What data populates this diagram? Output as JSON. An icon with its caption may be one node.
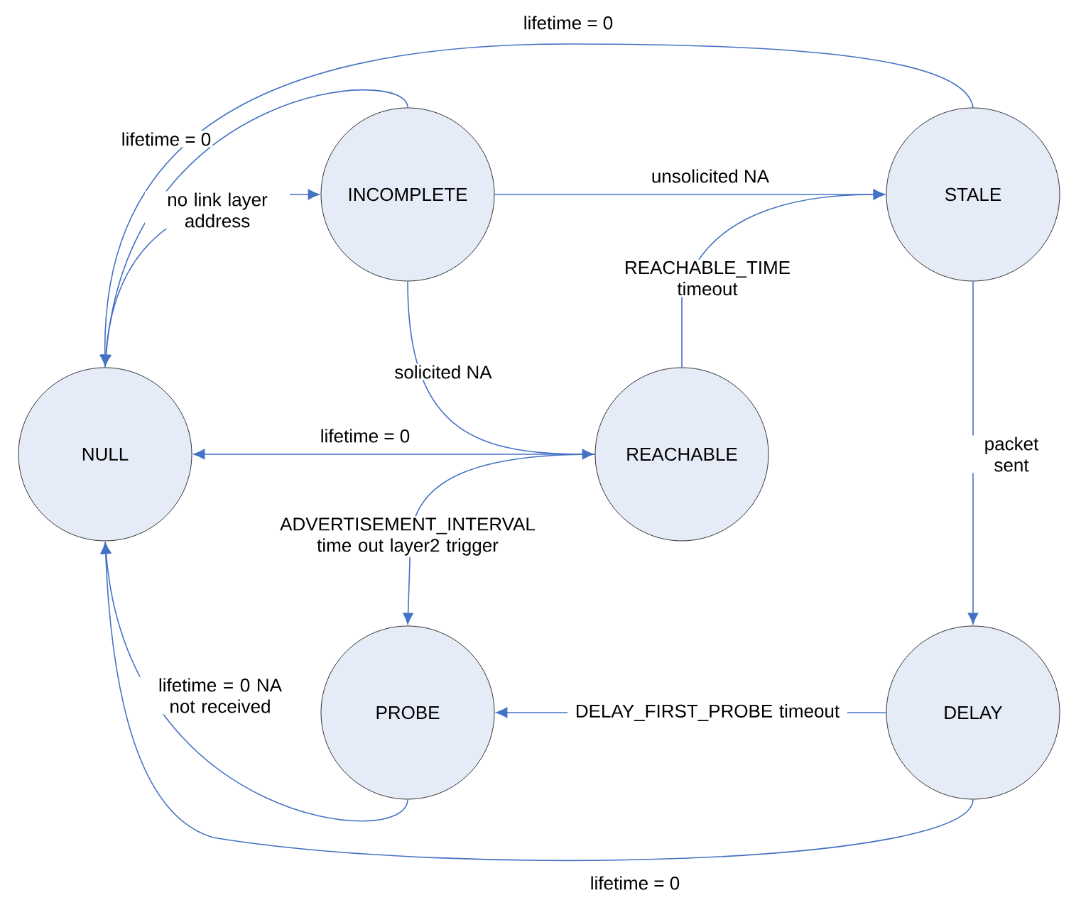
{
  "diagram": {
    "nodes": [
      {
        "text": [
          "NULL"
        ]
      },
      {
        "text": [
          "INCOMPLETE"
        ]
      },
      {
        "text": [
          "STALE"
        ]
      },
      {
        "text": [
          "REACHABLE"
        ]
      },
      {
        "text": [
          "PROBE"
        ]
      },
      {
        "text": [
          "DELAY"
        ]
      }
    ],
    "edges": [
      {
        "from": 2,
        "to": 0,
        "arrow": "to",
        "label": "lifetime = 0"
      },
      {
        "from": 1,
        "to": 0,
        "arrow": "to",
        "label": "lifetime = 0"
      },
      {
        "from": 0,
        "to": 1,
        "arrow": "to",
        "label": "no link layer address"
      },
      {
        "from": 1,
        "to": 2,
        "arrow": "to",
        "label": "unsolicited NA"
      },
      {
        "from": 3,
        "to": 2,
        "arrow": "to",
        "label": "REACHABLE_TIME timeout"
      },
      {
        "from": 1,
        "to": 3,
        "arrow": "to",
        "label": "solicited NA"
      },
      {
        "from": 3,
        "to": 0,
        "arrow": "to",
        "label": "lifetime = 0"
      },
      {
        "from": 3,
        "to": 4,
        "arrow": "to",
        "label": "ADVERTISEMENT_INTERVAL time out layer2 trigger"
      },
      {
        "from": 2,
        "to": 5,
        "arrow": "to",
        "label": "packet sent"
      },
      {
        "from": 5,
        "to": 4,
        "arrow": "to",
        "label": "DELAY_FIRST_PROBE timeout"
      },
      {
        "from": 4,
        "to": 0,
        "arrow": "to",
        "label": "lifetime = 0 NA not received"
      },
      {
        "from": 5,
        "to": 0,
        "arrow": "to",
        "label": "lifetime = 0"
      }
    ]
  }
}
